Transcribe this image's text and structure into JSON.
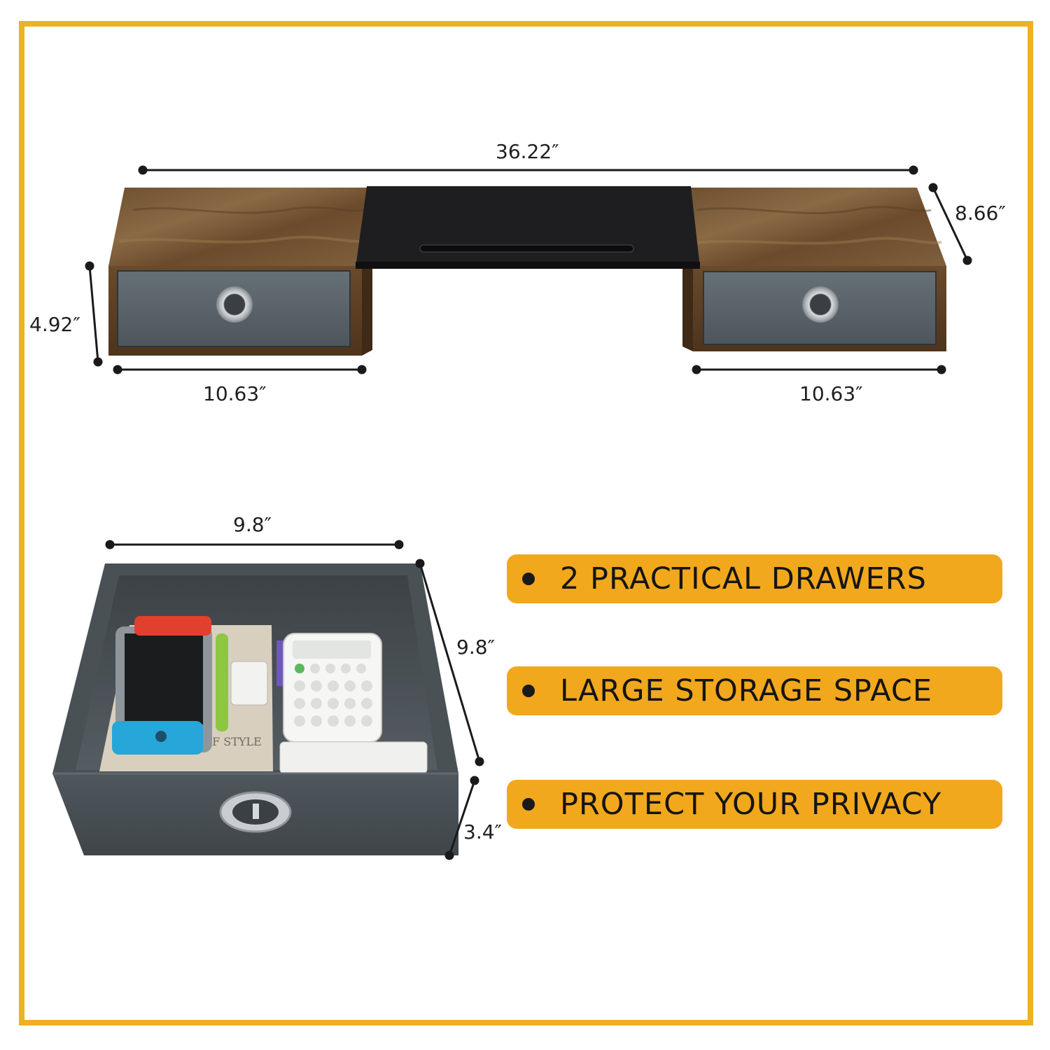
{
  "dimensions": {
    "total_width": "36.22″",
    "depth": "8.66″",
    "height": "4.92″",
    "left_unit_width": "10.63″",
    "right_unit_width": "10.63″",
    "drawer_width": "9.8″",
    "drawer_depth": "9.8″",
    "drawer_height": "3.4″"
  },
  "book_text": "OF STYLE",
  "features": [
    {
      "label": "2 PRACTICAL DRAWERS"
    },
    {
      "label": "LARGE STORAGE SPACE"
    },
    {
      "label": "PROTECT YOUR PRIVACY"
    }
  ],
  "colors": {
    "frame": "#f0b024",
    "pill": "#f2a81d",
    "wood": "#7a5a38",
    "fabric": "#5a6064",
    "top_panel": "#1c1c1e"
  }
}
